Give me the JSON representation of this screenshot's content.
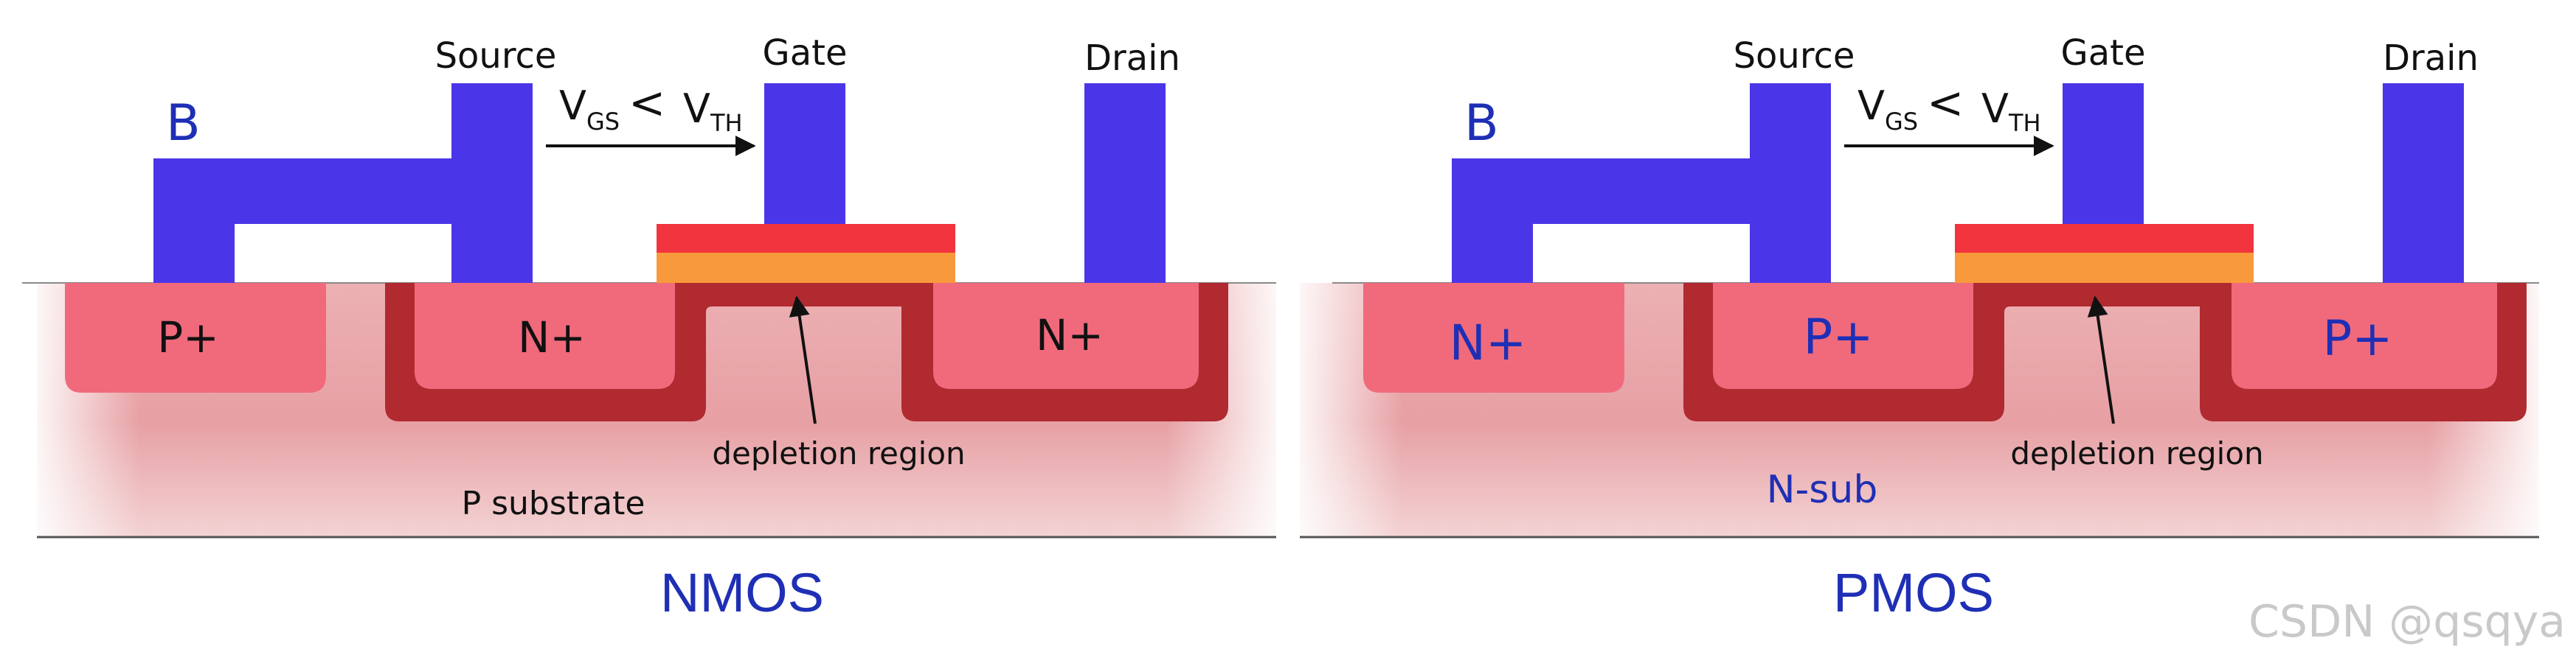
{
  "nmos": {
    "body_label": "B",
    "source_label": "Source",
    "gate_label": "Gate",
    "drain_label": "Drain",
    "vgs_v": "V",
    "vgs_sub": "GS",
    "vgs_lt": "<",
    "vth_v": "V",
    "vth_sub": "TH",
    "body_contact": "P+",
    "source_region": "N+",
    "drain_region": "N+",
    "depletion": "depletion region",
    "substrate": "P substrate",
    "caption": "NMOS"
  },
  "pmos": {
    "body_label": "B",
    "source_label": "Source",
    "gate_label": "Gate",
    "drain_label": "Drain",
    "vgs_v": "V",
    "vgs_sub": "GS",
    "vgs_lt": "<",
    "vth_v": "V",
    "vth_sub": "TH",
    "body_contact": "N+",
    "source_region": "P+",
    "drain_region": "P+",
    "depletion": "depletion region",
    "substrate": "N-sub",
    "caption": "PMOS"
  },
  "watermark": "CSDN @qsqya",
  "colors": {
    "metal": "#4b35e8",
    "diffusion": "#f06a7c",
    "depletion_border": "#b02a30",
    "substrate_top": "#e7a3a6",
    "gate_red": "#f2343e",
    "gate_orange": "#f89a3c",
    "caption_blue": "#1f2fb5"
  }
}
